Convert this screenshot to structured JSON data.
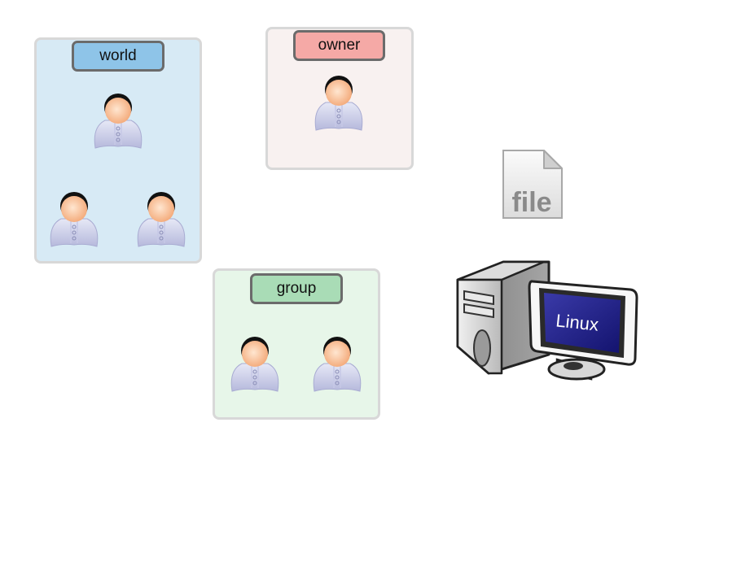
{
  "groups": {
    "world": {
      "label": "world",
      "color": "#8ec4e8",
      "members": 3
    },
    "owner": {
      "label": "owner",
      "color": "#f5a9a6",
      "members": 1
    },
    "group": {
      "label": "group",
      "color": "#a9dcb6",
      "members": 2
    }
  },
  "file": {
    "label": "file"
  },
  "computer": {
    "os_label": "Linux"
  },
  "icons": [
    "user-icon",
    "file-icon",
    "computer-icon"
  ]
}
